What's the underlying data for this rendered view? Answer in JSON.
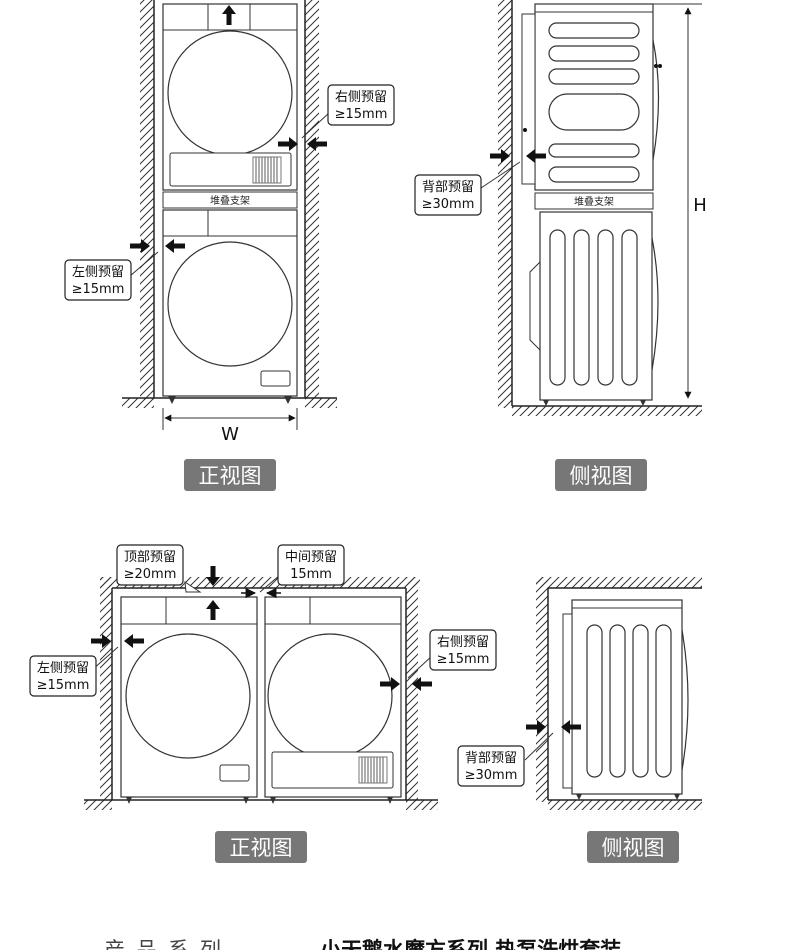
{
  "top_front": {
    "right_clearance": {
      "label": "右侧预留",
      "value": "≥15mm"
    },
    "left_clearance": {
      "label": "左侧预留",
      "value": "≥15mm"
    },
    "stack_bracket": "堆叠支架",
    "width_label": "W",
    "view_label": "正视图"
  },
  "top_side": {
    "back_clearance": {
      "label": "背部预留",
      "value": "≥30mm"
    },
    "stack_bracket": "堆叠支架",
    "height_label": "H",
    "view_label": "侧视图"
  },
  "bottom_front": {
    "top_clearance": {
      "label": "顶部预留",
      "value": "≥20mm"
    },
    "middle_clearance": {
      "label": "中间预留",
      "value": "15mm"
    },
    "left_clearance": {
      "label": "左侧预留",
      "value": "≥15mm"
    },
    "right_clearance": {
      "label": "右侧预留",
      "value": "≥15mm"
    },
    "view_label": "正视图"
  },
  "bottom_side": {
    "back_clearance": {
      "label": "背部预留",
      "value": "≥30mm"
    },
    "view_label": "侧视图"
  },
  "footer": {
    "label": "产品系列",
    "value": "小天鹅水魔方系列 热泵洗烘套装"
  }
}
